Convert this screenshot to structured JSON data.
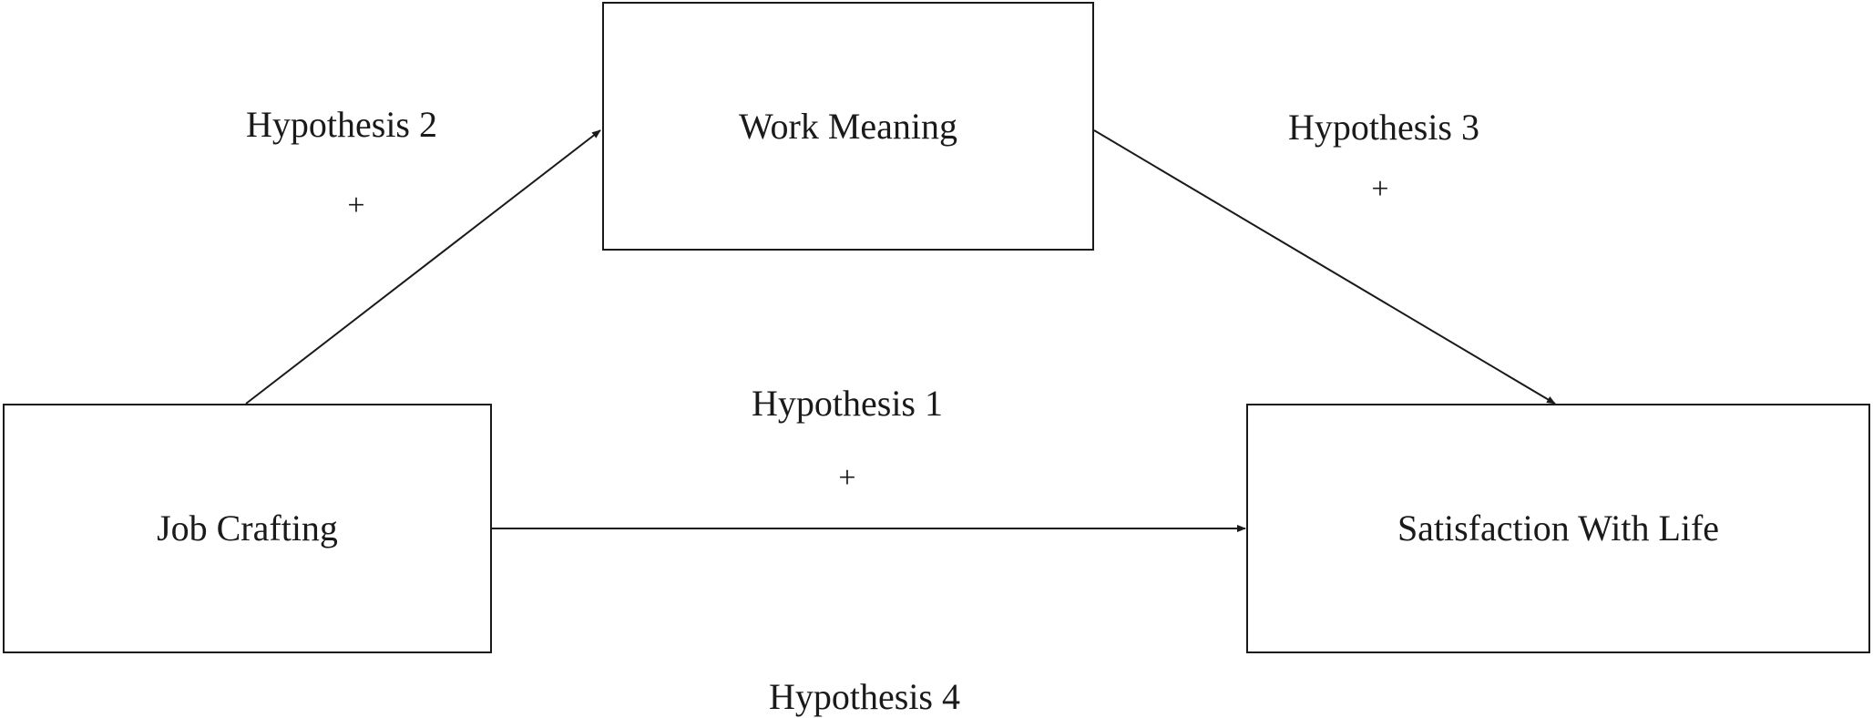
{
  "nodes": {
    "work_meaning": "Work Meaning",
    "job_crafting": "Job Crafting",
    "satisfaction_with_life": "Satisfaction With Life"
  },
  "edges": [
    {
      "from": "job_crafting",
      "to": "work_meaning",
      "label": "Hypothesis 2",
      "sign": "+"
    },
    {
      "from": "work_meaning",
      "to": "satisfaction_with_life",
      "label": "Hypothesis 3",
      "sign": "+"
    },
    {
      "from": "job_crafting",
      "to": "satisfaction_with_life",
      "label": "Hypothesis 1",
      "sign": "+"
    }
  ],
  "mediation_label": "Hypothesis 4",
  "colors": {
    "stroke": "#1a1a1a",
    "background": "#ffffff"
  }
}
